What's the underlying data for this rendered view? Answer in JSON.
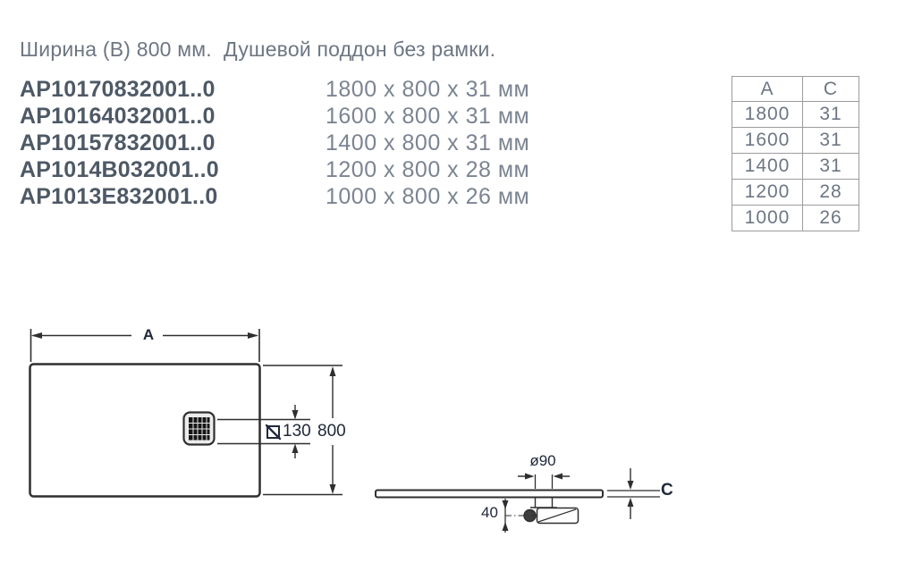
{
  "page": {
    "title": "Ширина (В) 800 мм.  Душевой поддон без рамки."
  },
  "products": [
    {
      "code": "AP10170832001..0",
      "size": "1800 x 800 x 31 мм"
    },
    {
      "code": "AP10164032001..0",
      "size": "1600 x 800 x 31 мм"
    },
    {
      "code": "AP10157832001..0",
      "size": "1400 x 800 x 31 мм"
    },
    {
      "code": "AP1014B032001..0",
      "size": "1200 x 800 x 28 мм"
    },
    {
      "code": "AP1013E832001..0",
      "size": "1000 x 800 x 26 мм"
    }
  ],
  "spec_table": {
    "headers": [
      "A",
      "C"
    ],
    "rows": [
      [
        "1800",
        "31"
      ],
      [
        "1600",
        "31"
      ],
      [
        "1400",
        "31"
      ],
      [
        "1200",
        "28"
      ],
      [
        "1000",
        "26"
      ]
    ]
  },
  "drawings": {
    "top_view": {
      "width_label": "A",
      "depth_label": "800",
      "drain_size_label": "130"
    },
    "side_view": {
      "drain_diameter_label": "ø90",
      "thickness_label": "C",
      "outlet_offset_label": "40"
    }
  },
  "colors": {
    "title_text": "#6d7683",
    "code_text": "#4e5966",
    "size_text": "#7b8492",
    "table_border": "#9c9c9c",
    "drawing_line": "#2f2f2f",
    "dim_label_text": "#20283a"
  }
}
